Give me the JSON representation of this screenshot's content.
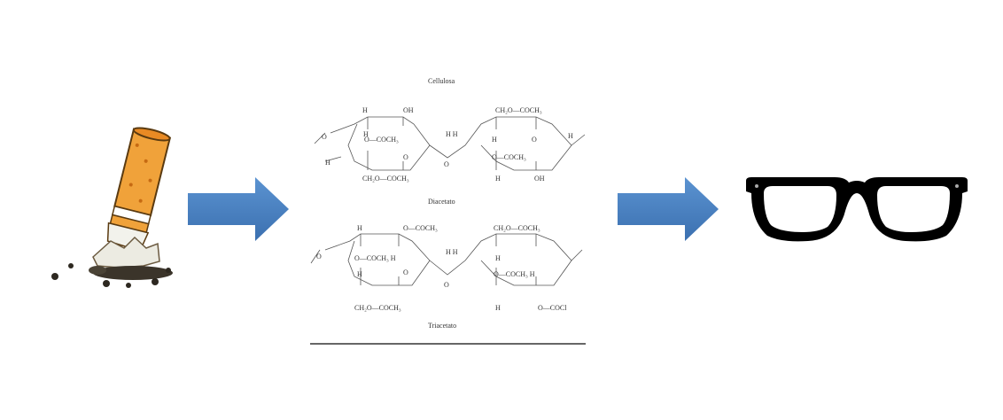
{
  "cellulose_title": "Cellulosa",
  "diacetate_caption": "Diacetato",
  "triacetate_caption": "Triacetato",
  "icons": {
    "cigarette": "cigarette-butt-icon",
    "arrow": "arrow-right-icon",
    "glasses": "eyeglasses-icon"
  },
  "colors": {
    "arrow": "#4f86c6",
    "filter": "#f0a23a",
    "frame": "#000000"
  },
  "diacetate_labels": {
    "h1": "H",
    "oh1": "OH",
    "ch2o_top": "CH₂O—COCH₃",
    "ococh3_a": "O—COCH₃",
    "hh": "H H",
    "ococh3_b": "O—COCH₃",
    "h2": "H",
    "h3": "H",
    "ch2o_bot": "CH₂O—COCH₃",
    "oh2": "OH",
    "h4": "H",
    "h5": "H"
  },
  "triacetate_labels": {
    "h1": "H",
    "ococh3_top": "O—COCH₃",
    "ch2o_top": "CH₂O—COCH₃",
    "ococh3_a": "O—COCH₃ H",
    "hh": "H H",
    "h_b": "H",
    "h2": "H",
    "ococh3_b": "O—COCH₃ H",
    "ch2o_bot": "CH₂O—COCH₃",
    "h3": "H",
    "ococh3_bot": "O—COCl"
  }
}
